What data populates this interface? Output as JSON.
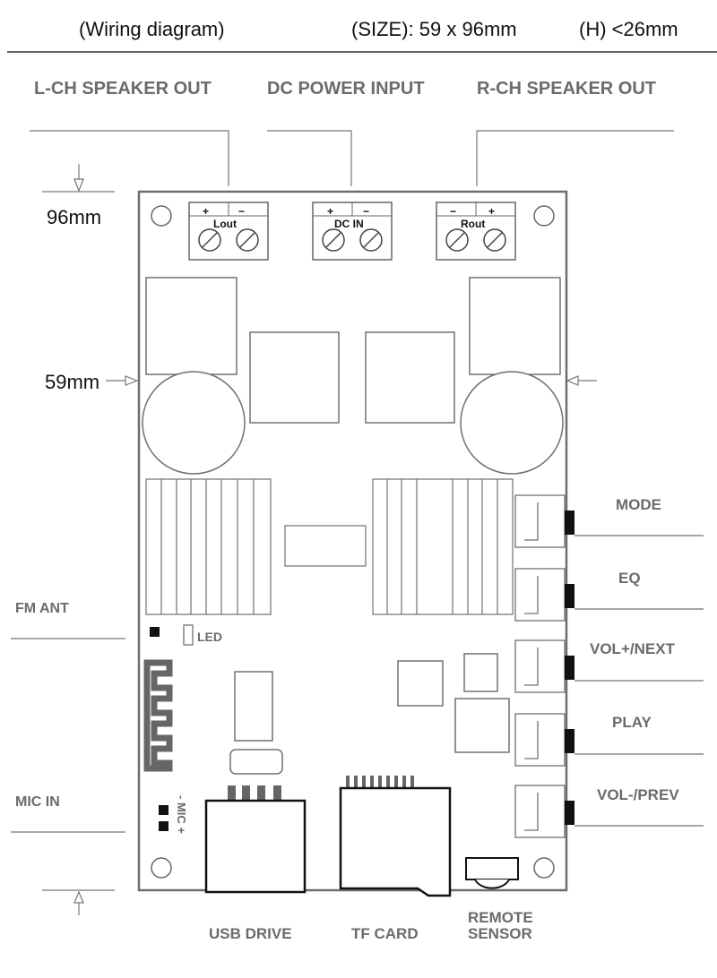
{
  "header": {
    "title": "(Wiring diagram)",
    "size": "(SIZE): 59 x 96mm",
    "height": "(H) <26mm"
  },
  "top_labels": {
    "left": "L-CH SPEAKER  OUT",
    "center": "DC POWER INPUT",
    "right": "R-CH SPEAKER  OUT"
  },
  "dimensions": {
    "length": "96mm",
    "width": "59mm"
  },
  "terminals": {
    "left": {
      "label": "Lout",
      "plus": "+",
      "minus": "−"
    },
    "center": {
      "label": "DC IN",
      "plus": "+",
      "minus": "−"
    },
    "right": {
      "label": "Rout",
      "plus": "+",
      "minus": "−"
    }
  },
  "led_label": "LED",
  "mic_label": "- MIC +",
  "side_labels": {
    "fm_ant": "FM ANT",
    "mic_in": "MIC IN"
  },
  "buttons": [
    "MODE",
    "EQ",
    "VOL+/NEXT",
    "PLAY",
    "VOL-/PREV"
  ],
  "bottom_labels": {
    "usb": "USB DRIVE",
    "tf": "TF CARD",
    "remote_line1": "REMOTE",
    "remote_line2": "SENSOR"
  },
  "colors": {
    "board_outline": "#6e6e6e",
    "component": "#707070",
    "label": "#6b6b6b",
    "text": "#111111"
  }
}
